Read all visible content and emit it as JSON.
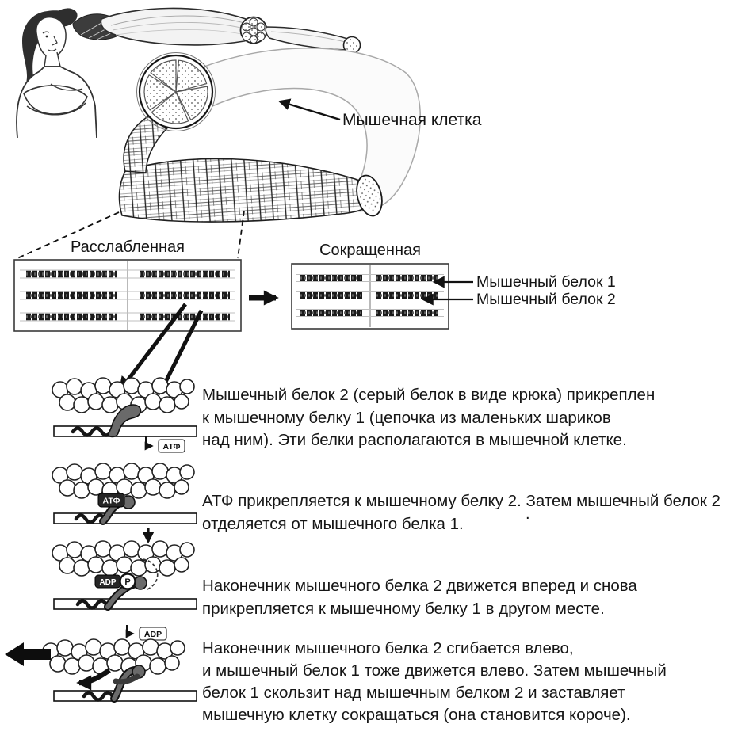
{
  "labels": {
    "muscle_cell": "Мышечная клетка",
    "relaxed": "Расслабленная",
    "contracted": "Сокращенная",
    "protein_1": "Мышечный белок 1",
    "protein_2": "Мышечный белок 2"
  },
  "molecules": {
    "atp": "АТФ",
    "adp": "ADP",
    "p": "P"
  },
  "steps": [
    {
      "text": "Мышечный белок 2 (серый белок в виде крюка) прикреплен\nк мышечному белку 1 (цепочка из маленьких шариков\nнад ним). Эти белки располагаются в мышечной клетке."
    },
    {
      "text": "АТФ прикрепляется к мышечному белку 2. Затем мышечный белок 2\nотделяется от мышечного белка 1."
    },
    {
      "text": "Наконечник мышечного белка 2 движется вперед и снова\nприкрепляется к мышечному белку 1 в другом месте."
    },
    {
      "text": "Наконечник мышечного белка 2 сгибается влево,\nи мышечный белок 1 тоже движется влево. Затем мышечный\nбелок 1 скользит над мышечным белком 2 и заставляет\nмышечную клетку сокращаться (она становится короче)."
    }
  ],
  "stray_dot": ".",
  "colors": {
    "ink": "#141414",
    "myosin_gray": "#6a6a6a",
    "badge_dark": "#262626",
    "paper": "#ffffff"
  }
}
